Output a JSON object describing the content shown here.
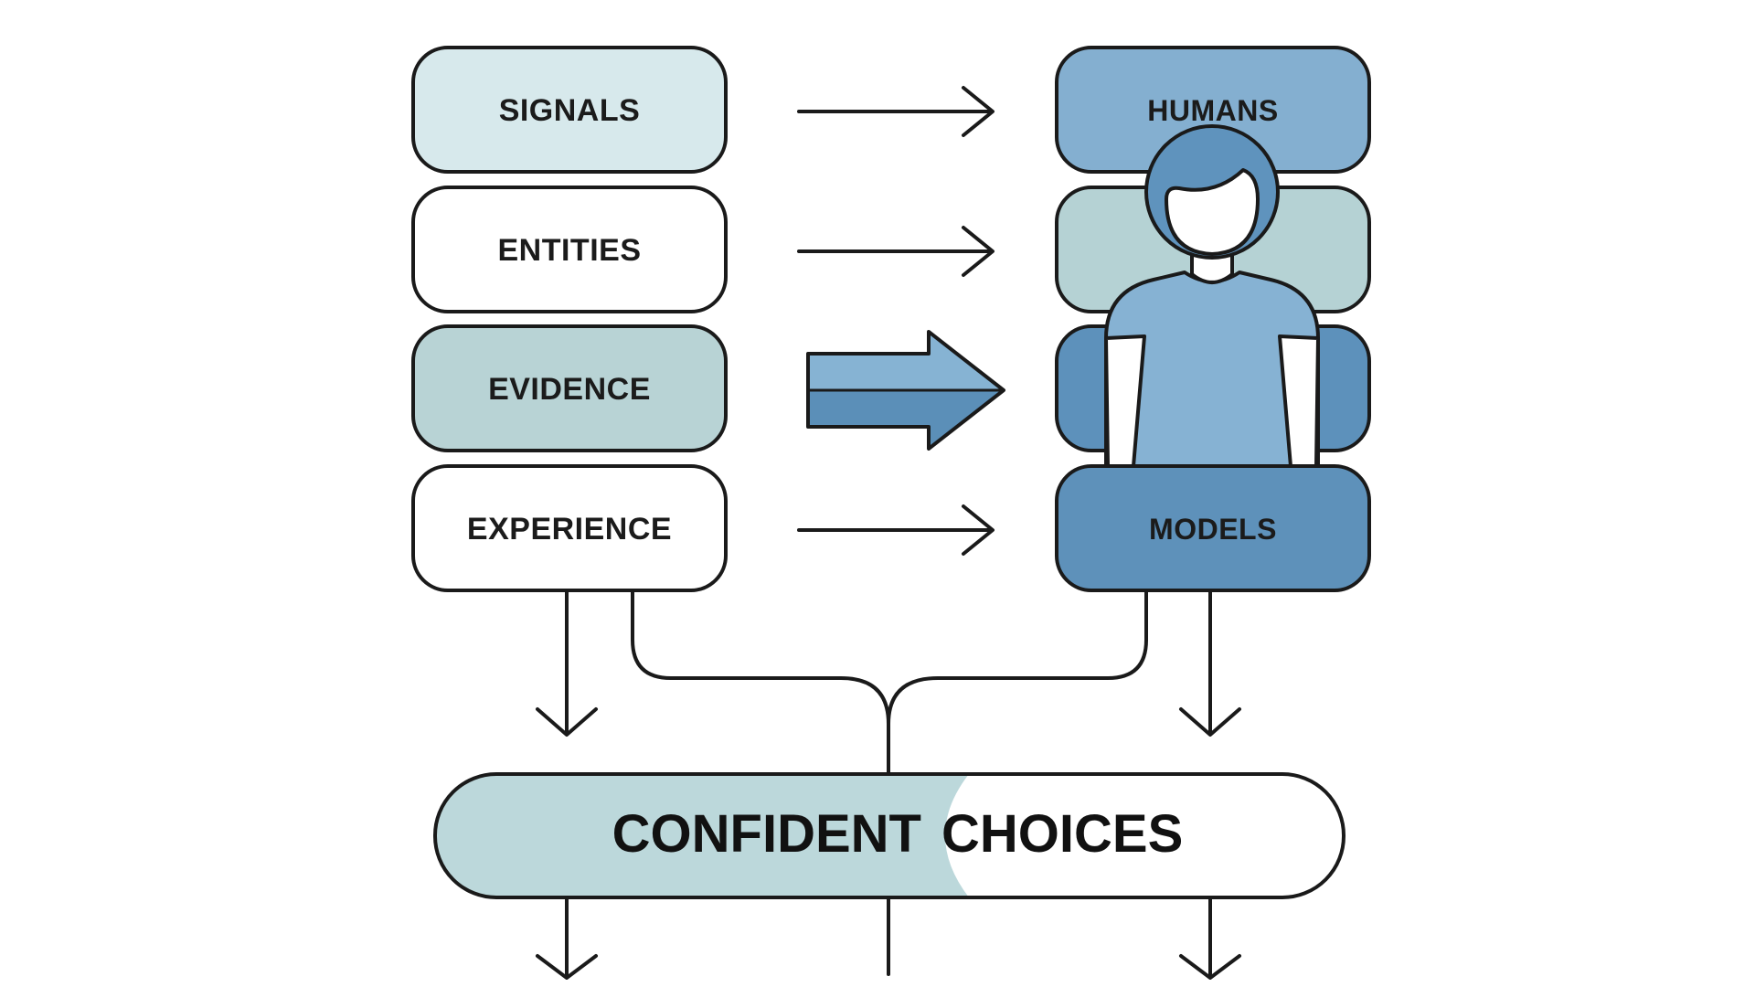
{
  "diagram": {
    "left_boxes": [
      {
        "id": "signals",
        "label": "SIGNALS",
        "fill": "#d7e9ec"
      },
      {
        "id": "entities",
        "label": "ENTITIES",
        "fill": "#ffffff"
      },
      {
        "id": "evidence",
        "label": "EVIDENCE",
        "fill": "#b8d3d5"
      },
      {
        "id": "experience",
        "label": "EXPERIENCE",
        "fill": "#ffffff"
      }
    ],
    "right_boxes": [
      {
        "id": "humans",
        "label": "HUMANS",
        "fill": "#84afd0"
      },
      {
        "id": "blank-1",
        "label": "",
        "fill": "#b5d2d4"
      },
      {
        "id": "blank-2",
        "label": "",
        "fill": "#5d91bb"
      },
      {
        "id": "models",
        "label": "MODELS",
        "fill": "#5e91ba"
      }
    ],
    "result": {
      "word1": "CONFIDENT",
      "word2": "CHOICES",
      "fill_left": "#bcd8db",
      "fill_right": "#ffffff"
    },
    "icons": {
      "person": "person-icon",
      "big_arrow": "block-arrow-right-icon"
    },
    "colors": {
      "stroke": "#1a1a1a",
      "person_hair": "#5f93bd",
      "person_shirt": "#86b2d3",
      "block_arrow_top": "#86b3d3",
      "block_arrow_bottom": "#5b8fb8"
    }
  }
}
